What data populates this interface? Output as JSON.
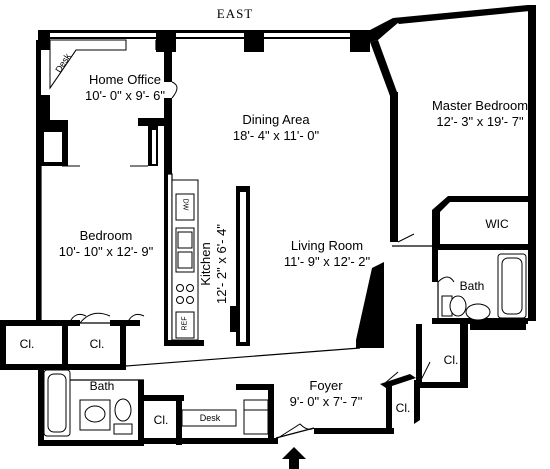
{
  "orientation": "EAST",
  "rooms": {
    "home_office": {
      "name": "Home Office",
      "dims": "10'- 0\" x 9'- 6\""
    },
    "dining": {
      "name": "Dining Area",
      "dims": "18'- 4\" x 11'- 0\""
    },
    "master": {
      "name": "Master Bedroom",
      "dims": "12'- 3\" x 19'- 7\""
    },
    "bedroom": {
      "name": "Bedroom",
      "dims": "10'- 10\" x 12'- 9\""
    },
    "living": {
      "name": "Living Room",
      "dims": "11'- 9\" x 12'- 2\""
    },
    "kitchen": {
      "name": "Kitchen",
      "dims": "12'- 2\" x 6'- 4\""
    },
    "foyer": {
      "name": "Foyer",
      "dims": "9'- 0\" x 7'- 7\""
    }
  },
  "labels": {
    "wic": "WIC",
    "bath": "Bath",
    "closet": "Cl.",
    "desk": "Desk",
    "dw": "DW",
    "ref": "REF"
  }
}
